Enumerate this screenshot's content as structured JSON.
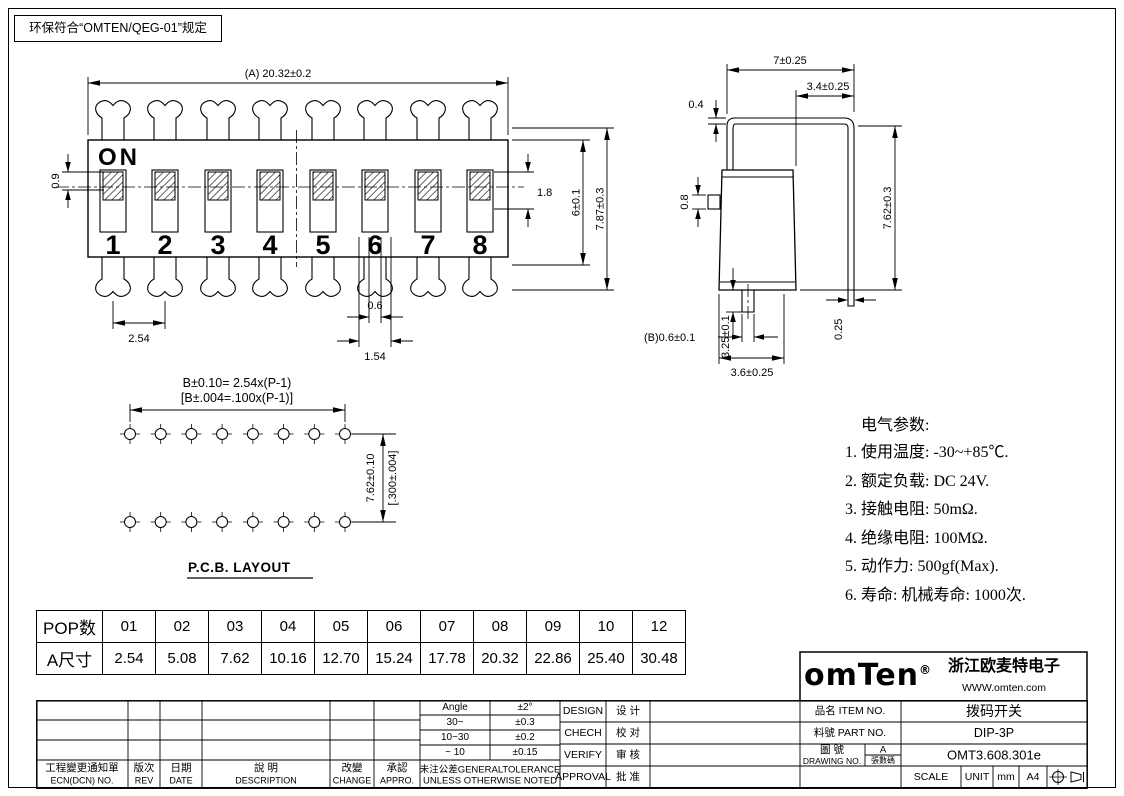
{
  "stamp": {
    "text": "环保符合“OMTEN/QEG-01”规定"
  },
  "front_view": {
    "on_label": "ON",
    "switch_numbers": [
      "1",
      "2",
      "3",
      "4",
      "5",
      "6",
      "7",
      "8"
    ],
    "dims": {
      "overall_width": "(A) 20.32±0.2",
      "d09": "0.9",
      "d18": "1.8",
      "d6": "6±0.1",
      "d787": "7.87±0.3",
      "pitch": "2.54",
      "d06": "0.6",
      "d154": "1.54"
    }
  },
  "side_view": {
    "dims": {
      "d7": "7±0.25",
      "d34": "3.4±0.25",
      "d04": "0.4",
      "d08": "0.8",
      "d762": "7.62±0.3",
      "d325": "3.25±0.1",
      "d025": "0.25",
      "dB": "(B)0.6±0.1",
      "d36": "3.6±0.25"
    }
  },
  "pcb_layout": {
    "title": "P.C.B. LAYOUT",
    "dim_b_line1": "B±0.10= 2.54x(P-1)",
    "dim_b_line2": "[B±.004=.100x(P-1)]",
    "dim_v_line1": "7.62±0.10",
    "dim_v_line2": "[.300±.004]"
  },
  "electrical": {
    "title": "电气参数:",
    "items": [
      "1. 使用温度: -30~+85℃.",
      "2. 额定负载: DC 24V.",
      "3. 接触电阻: 50mΩ.",
      "4. 绝缘电阻: 100MΩ.",
      "5. 动作力: 500gf(Max).",
      "6. 寿命: 机械寿命: 1000次."
    ]
  },
  "pop_table": {
    "row1_label": "POP数",
    "row2_label": "A尺寸",
    "pops": [
      "01",
      "02",
      "03",
      "04",
      "05",
      "06",
      "07",
      "08",
      "09",
      "10",
      "12"
    ],
    "sizes": [
      "2.54",
      "5.08",
      "7.62",
      "10.16",
      "12.70",
      "15.24",
      "17.78",
      "20.32",
      "22.86",
      "25.40",
      "30.48"
    ]
  },
  "title_block": {
    "ecn": {
      "zh": "工程變更通知單",
      "en": "ECN(DCN) NO."
    },
    "rev": {
      "zh": "版次",
      "en": "REV"
    },
    "date": {
      "zh": "日期",
      "en": "DATE"
    },
    "description": {
      "zh": "說 明",
      "en": "DESCRIPTION"
    },
    "change": {
      "zh": "改變",
      "en": "CHANGE"
    },
    "appro": {
      "zh": "承認",
      "en": "APPRO."
    },
    "tolerance": {
      "angle_label": "Angle",
      "angle_value": "±2°",
      "r1_label": "30~",
      "r1_value": "±0.3",
      "r2_label": "10~30",
      "r2_value": "±0.2",
      "r3_label": "~ 10",
      "r3_value": "±0.15",
      "note1": "未注公差GENERALTOLERANCE",
      "note2": "UNLESS OTHERWISE NOTED"
    },
    "signoff": {
      "design_en": "DESIGN",
      "design_zh": "设 计",
      "check_en": "CHECH",
      "check_zh": "校 对",
      "verify_en": "VERIFY",
      "verify_zh": "审 核",
      "approval_en": "APPROVAL",
      "approval_zh": "批 准"
    },
    "brand": {
      "logo": "omTen",
      "reg": "®",
      "company": "浙江欧麦特电子",
      "website": "WWW.omten.com"
    },
    "item": {
      "label": "品名 ITEM NO.",
      "value": "拨码开关"
    },
    "part": {
      "label": "料號 PART NO.",
      "value": "DIP-3P"
    },
    "drawing": {
      "label_zh": "圖 號",
      "label_en": "DRAWING NO.",
      "rev": "A",
      "sheet": "張數碼",
      "value": "OMT3.608.301e"
    },
    "scale_row": {
      "scale": "SCALE",
      "unit_label": "UNIT",
      "unit_value": "mm",
      "paper": "A4"
    }
  }
}
